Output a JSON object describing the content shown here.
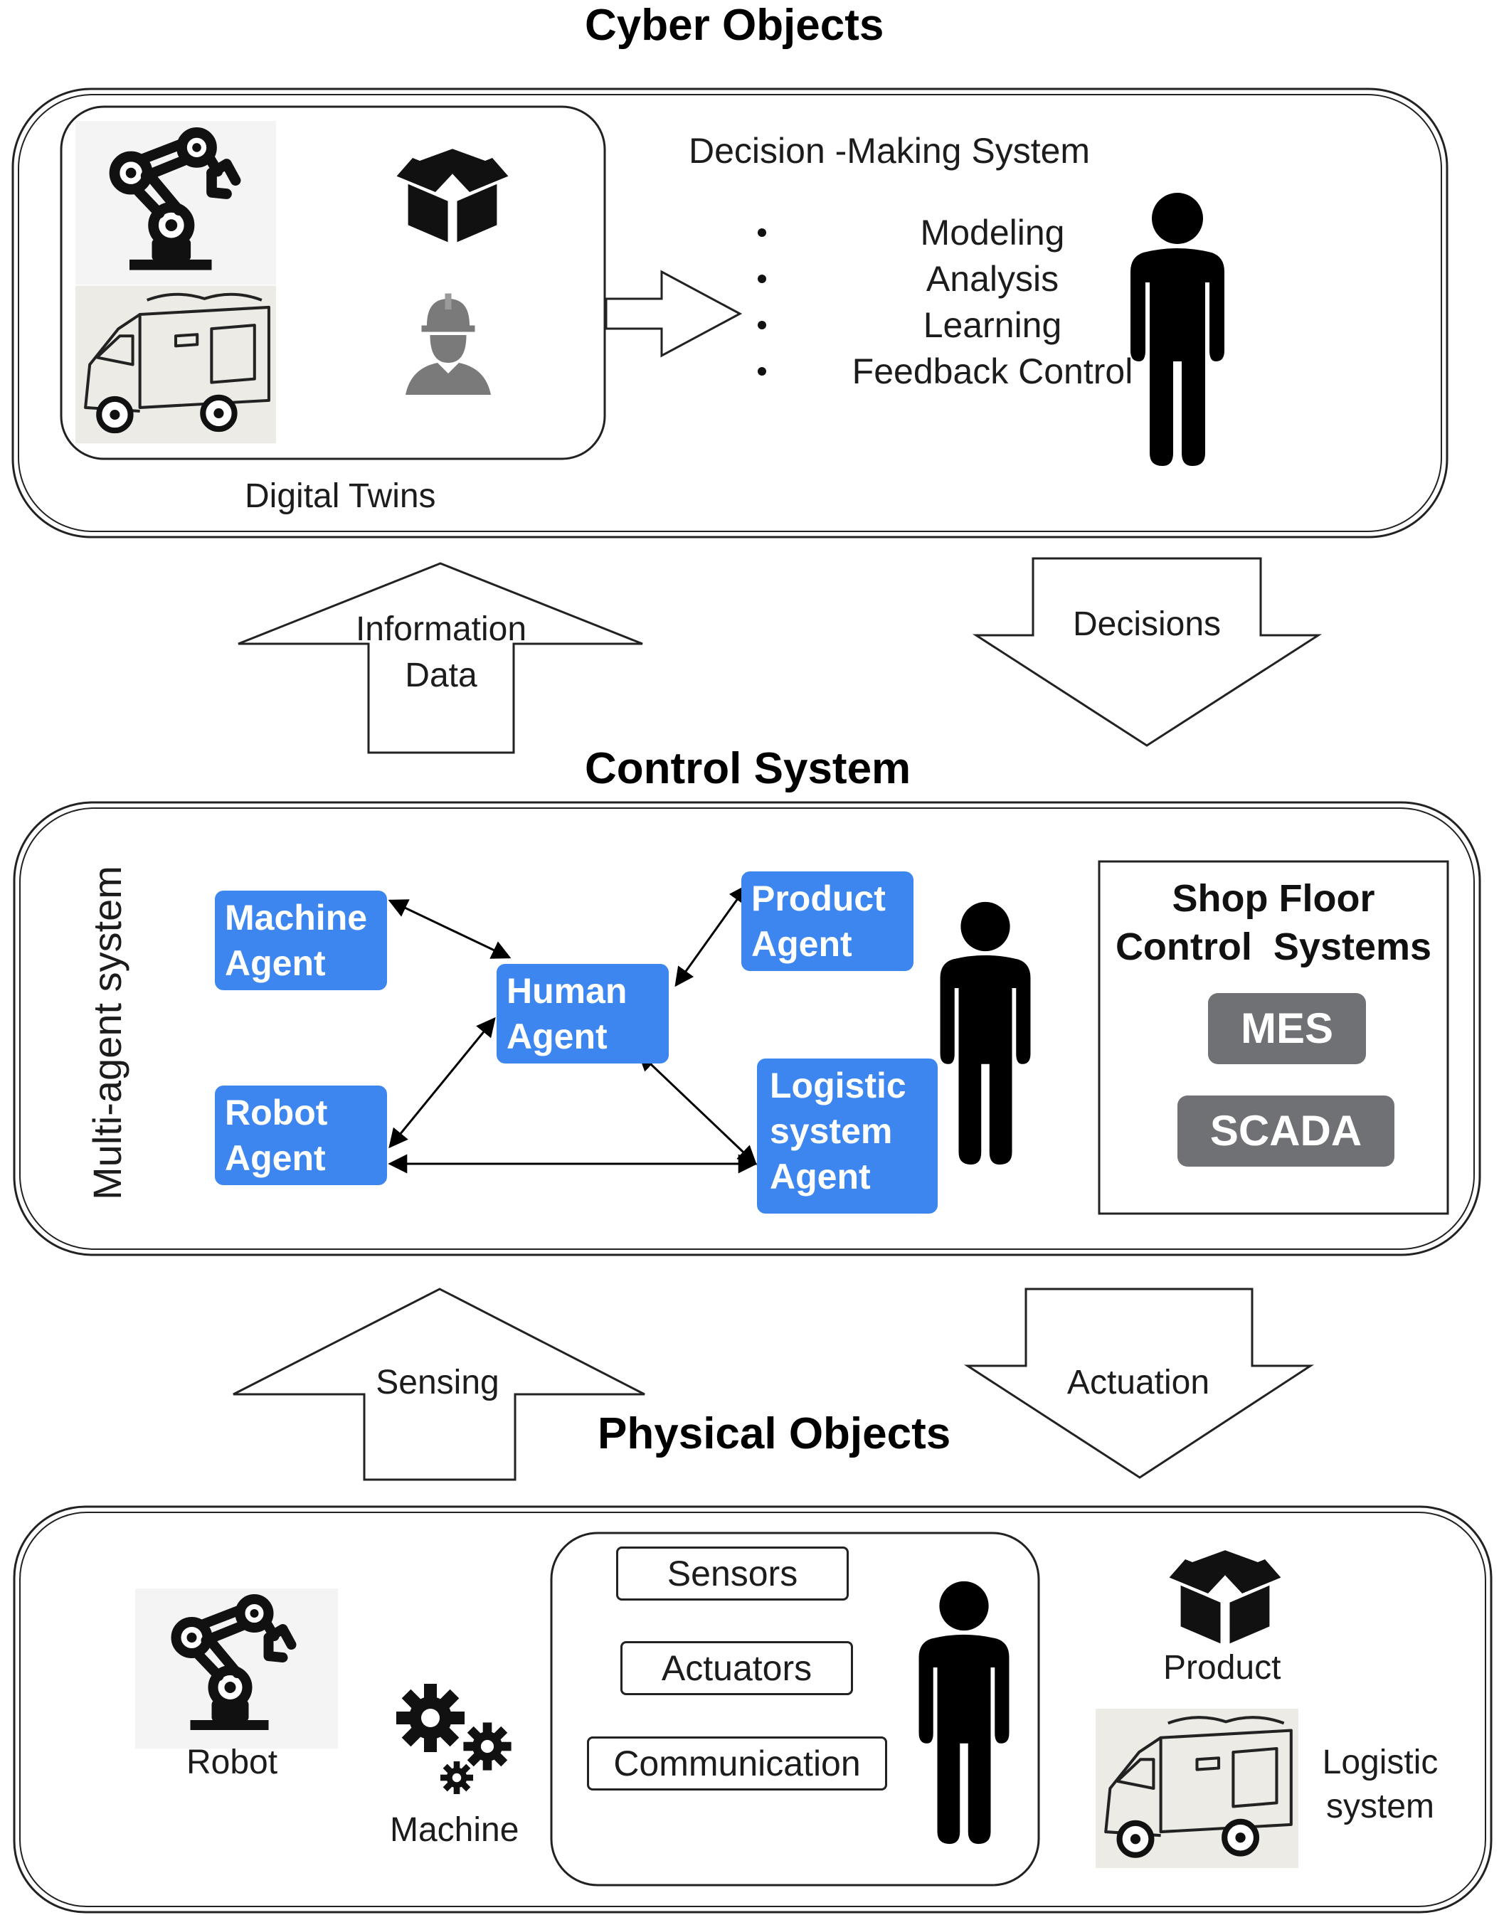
{
  "cyber": {
    "title": "Cyber Objects",
    "decision_title": "Decision -Making System",
    "decision_items": [
      "Modeling",
      "Analysis",
      "Learning",
      "Feedback Control"
    ],
    "digital_twins_label": "Digital Twins"
  },
  "flows_top": {
    "up_label_line1": "Information",
    "up_label_line2": "Data",
    "down_label": "Decisions"
  },
  "control": {
    "title": "Control System",
    "side_label": "Multi-agent system",
    "agents": {
      "machine": [
        "Machine",
        "Agent"
      ],
      "human": [
        "Human",
        "Agent"
      ],
      "product": [
        "Product",
        "Agent"
      ],
      "robot": [
        "Robot",
        "Agent"
      ],
      "logistic": [
        "Logistic",
        "system",
        "Agent"
      ]
    },
    "shop_floor_title_line1": "Shop Floor",
    "shop_floor_title_line2": "Control  Systems",
    "mes": "MES",
    "scada": "SCADA"
  },
  "flows_bottom": {
    "up_label": "Sensing",
    "down_label": "Actuation"
  },
  "physical": {
    "title": "Physical Objects",
    "robot_label": "Robot",
    "machine_label": "Machine",
    "sensors": "Sensors",
    "actuators": "Actuators",
    "communication": "Communication",
    "product_label": "Product",
    "logistic_line1": "Logistic",
    "logistic_line2": "system"
  }
}
